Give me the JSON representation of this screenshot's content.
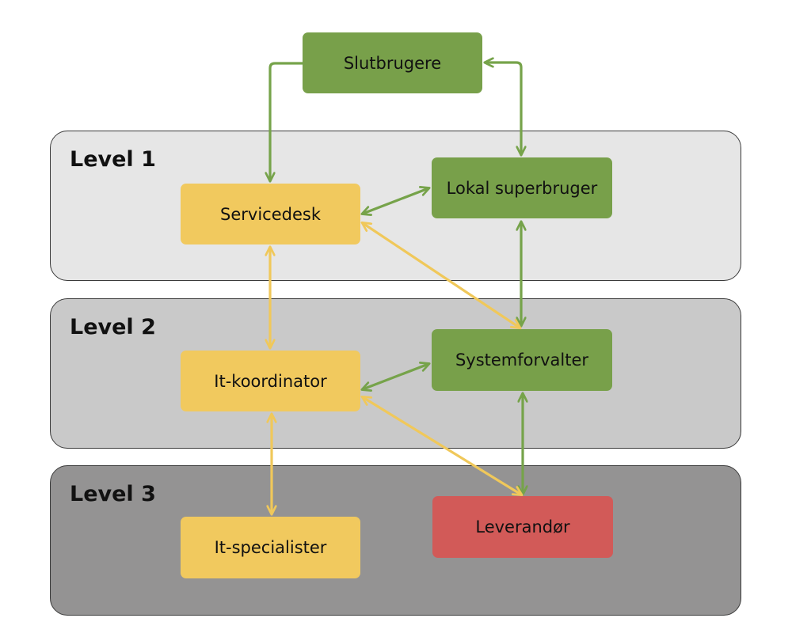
{
  "colors": {
    "green": "#78a04a",
    "yellow": "#f1c95e",
    "red": "#d25a58",
    "level1_bg": "#e6e6e6",
    "level2_bg": "#c9c9c9",
    "level3_bg": "#949393",
    "green_line": "#76a34a",
    "yellow_line": "#f0c85a"
  },
  "levels": [
    {
      "id": "level1",
      "label": "Level 1"
    },
    {
      "id": "level2",
      "label": "Level 2"
    },
    {
      "id": "level3",
      "label": "Level 3"
    }
  ],
  "nodes": {
    "slutbrugere": {
      "label": "Slutbrugere",
      "color": "green"
    },
    "servicedesk": {
      "label": "Servicedesk",
      "color": "yellow"
    },
    "lokal_superbruger": {
      "label": "Lokal superbruger",
      "color": "green"
    },
    "it_koordinator": {
      "label": "It-koordinator",
      "color": "yellow"
    },
    "systemforvalter": {
      "label": "Systemforvalter",
      "color": "green"
    },
    "it_specialister": {
      "label": "It-specialister",
      "color": "yellow"
    },
    "leverandor": {
      "label": "Leverandør",
      "color": "red"
    }
  },
  "connections": [
    {
      "from": "slutbrugere",
      "to": "servicedesk",
      "color": "green",
      "direction": "to"
    },
    {
      "from": "slutbrugere",
      "to": "lokal_superbruger",
      "color": "green",
      "direction": "both"
    },
    {
      "from": "servicedesk",
      "to": "lokal_superbruger",
      "color": "green",
      "direction": "both"
    },
    {
      "from": "lokal_superbruger",
      "to": "systemforvalter",
      "color": "green",
      "direction": "both"
    },
    {
      "from": "servicedesk",
      "to": "systemforvalter",
      "color": "yellow",
      "direction": "both"
    },
    {
      "from": "servicedesk",
      "to": "it_koordinator",
      "color": "yellow",
      "direction": "both"
    },
    {
      "from": "it_koordinator",
      "to": "systemforvalter",
      "color": "green",
      "direction": "both"
    },
    {
      "from": "systemforvalter",
      "to": "leverandor",
      "color": "green",
      "direction": "both"
    },
    {
      "from": "it_koordinator",
      "to": "leverandor",
      "color": "yellow",
      "direction": "both"
    },
    {
      "from": "it_koordinator",
      "to": "it_specialister",
      "color": "yellow",
      "direction": "both"
    }
  ]
}
